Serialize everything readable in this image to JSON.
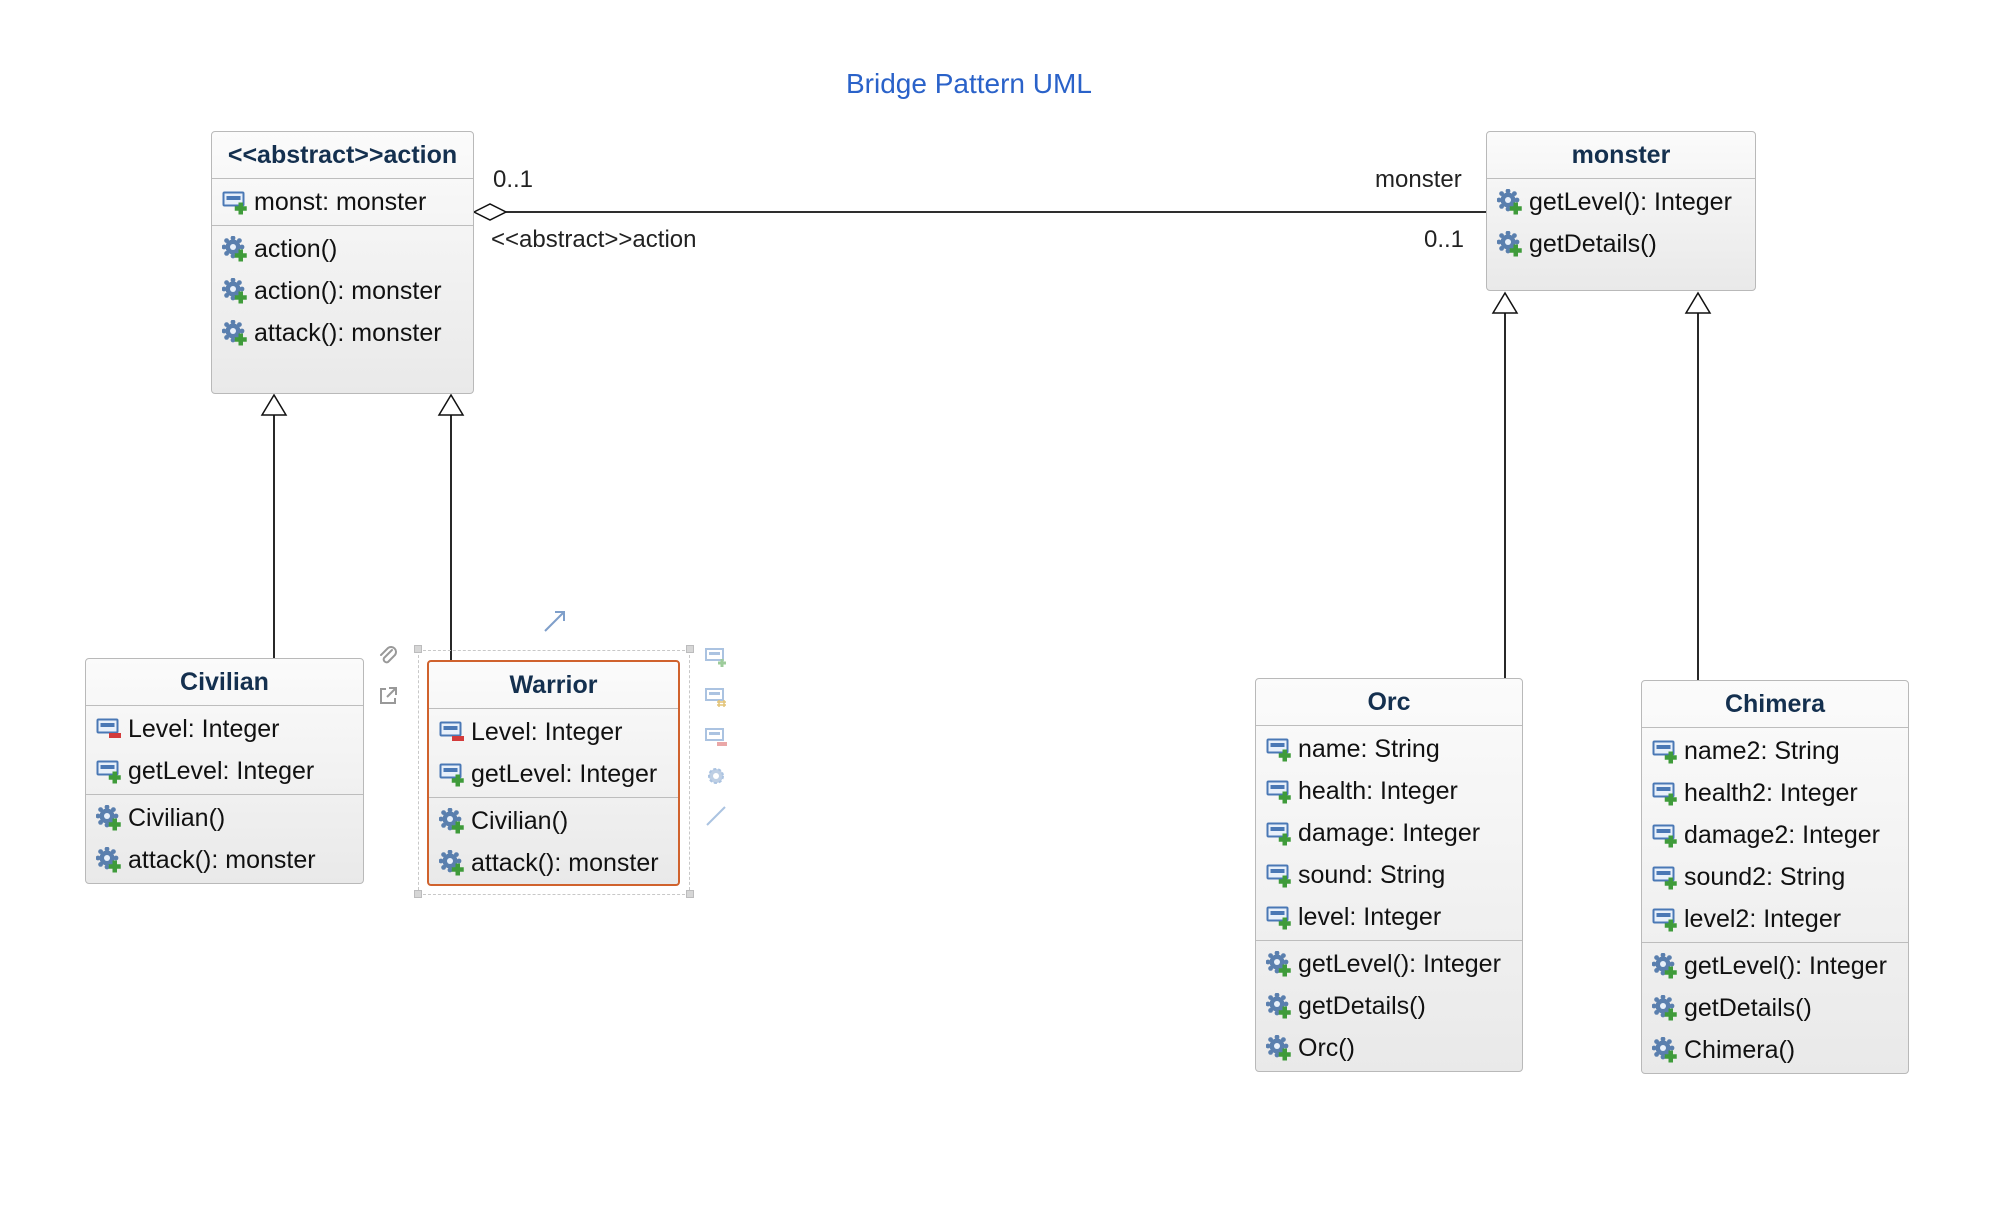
{
  "title": "Bridge Pattern UML",
  "relations": {
    "source_multiplicity": "0..1",
    "source_role": "<<abstract>>action",
    "target_role": "monster",
    "target_multiplicity": "0..1"
  },
  "classes": [
    {
      "id": "action",
      "name": "<<abstract>>action",
      "attributes": [
        {
          "text": "monst: monster",
          "visibility": "public"
        }
      ],
      "operations": [
        {
          "text": "action()",
          "visibility": "public"
        },
        {
          "text": "action(): monster",
          "visibility": "public"
        },
        {
          "text": "attack(): monster",
          "visibility": "public"
        }
      ]
    },
    {
      "id": "monster",
      "name": "monster",
      "attributes": [],
      "operations": [
        {
          "text": "getLevel(): Integer",
          "visibility": "public"
        },
        {
          "text": "getDetails()",
          "visibility": "public"
        }
      ]
    },
    {
      "id": "civilian",
      "name": "Civilian",
      "attributes": [
        {
          "text": "Level: Integer",
          "visibility": "private"
        },
        {
          "text": "getLevel: Integer",
          "visibility": "public"
        }
      ],
      "operations": [
        {
          "text": "Civilian()",
          "visibility": "public"
        },
        {
          "text": "attack(): monster",
          "visibility": "public"
        }
      ]
    },
    {
      "id": "warrior",
      "name": "Warrior",
      "selected": true,
      "attributes": [
        {
          "text": "Level: Integer",
          "visibility": "private"
        },
        {
          "text": "getLevel: Integer",
          "visibility": "public"
        }
      ],
      "operations": [
        {
          "text": "Civilian()",
          "visibility": "public"
        },
        {
          "text": "attack(): monster",
          "visibility": "public"
        }
      ]
    },
    {
      "id": "orc",
      "name": "Orc",
      "attributes": [
        {
          "text": "name: String",
          "visibility": "public"
        },
        {
          "text": "health: Integer",
          "visibility": "public"
        },
        {
          "text": "damage: Integer",
          "visibility": "public"
        },
        {
          "text": "sound: String",
          "visibility": "public"
        },
        {
          "text": "level: Integer",
          "visibility": "public"
        }
      ],
      "operations": [
        {
          "text": "getLevel(): Integer",
          "visibility": "public"
        },
        {
          "text": "getDetails()",
          "visibility": "public"
        },
        {
          "text": "Orc()",
          "visibility": "public"
        }
      ]
    },
    {
      "id": "chimera",
      "name": "Chimera",
      "attributes": [
        {
          "text": "name2: String",
          "visibility": "public"
        },
        {
          "text": "health2: Integer",
          "visibility": "public"
        },
        {
          "text": "damage2: Integer",
          "visibility": "public"
        },
        {
          "text": "sound2: String",
          "visibility": "public"
        },
        {
          "text": "level2: Integer",
          "visibility": "public"
        }
      ],
      "operations": [
        {
          "text": "getLevel(): Integer",
          "visibility": "public"
        },
        {
          "text": "getDetails()",
          "visibility": "public"
        },
        {
          "text": "Chimera()",
          "visibility": "public"
        }
      ]
    }
  ],
  "colors": {
    "title": "#2a62c9",
    "class_name": "#14304f",
    "selection_border": "#d0622d",
    "public_badge": "#3f9b3a",
    "private_badge": "#d33b3b",
    "field_icon": "#4a78b5",
    "gear_icon": "#5a7fae"
  }
}
